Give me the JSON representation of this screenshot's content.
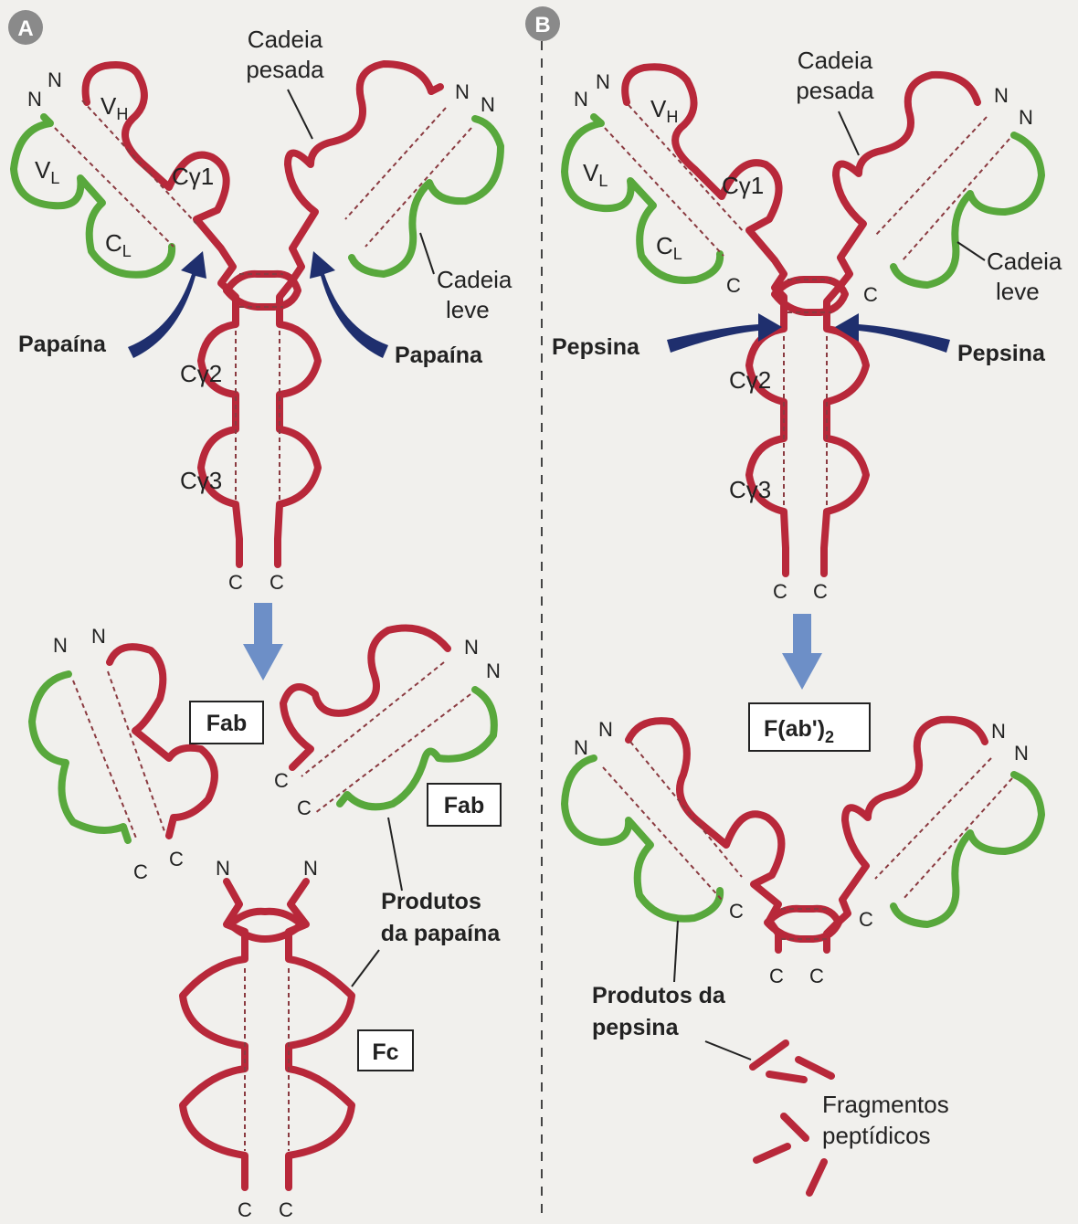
{
  "colors": {
    "heavy_chain": "#b8283a",
    "light_chain": "#58a83c",
    "arrow": "#1f2f6e",
    "down_arrow": "#6d8fc7"
  },
  "panels": {
    "a": {
      "letter": "A",
      "heavy_chain_label": [
        "Cadeia",
        "pesada"
      ],
      "light_chain_label": [
        "Cadeia",
        "leve"
      ],
      "enzyme": "Papaína",
      "domains": {
        "vh": "V",
        "vh_sub": "H",
        "vl": "V",
        "vl_sub": "L",
        "cl": "C",
        "cl_sub": "L",
        "cg1": "Cγ1",
        "cg2": "Cγ2",
        "cg3": "Cγ3"
      },
      "products": {
        "fab": "Fab",
        "fc": "Fc"
      },
      "products_label": [
        "Produtos",
        "da papaína"
      ]
    },
    "b": {
      "letter": "B",
      "heavy_chain_label": [
        "Cadeia",
        "pesada"
      ],
      "light_chain_label": [
        "Cadeia",
        "leve"
      ],
      "enzyme": "Pepsina",
      "domains": {
        "vh": "V",
        "vh_sub": "H",
        "vl": "V",
        "vl_sub": "L",
        "cl": "C",
        "cl_sub": "L",
        "cg1": "Cγ1",
        "cg2": "Cγ2",
        "cg3": "Cγ3"
      },
      "product": "F(ab')",
      "product_sub": "2",
      "products_label": [
        "Produtos da",
        "pepsina"
      ],
      "fragments_label": [
        "Fragmentos",
        "peptídicos"
      ]
    }
  },
  "terminals": {
    "n": "N",
    "c": "C"
  }
}
